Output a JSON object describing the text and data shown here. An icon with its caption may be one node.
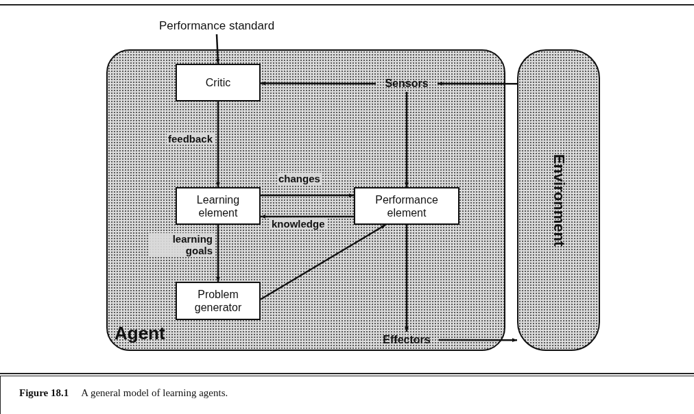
{
  "diagram": {
    "caption": "**Figure 18.1**     A general model of learning agents.",
    "nodes": [
      {
        "text": [
          "Performance standard"
        ]
      },
      {
        "text": [
          "Agent"
        ]
      },
      {
        "text": [
          "Critic"
        ],
        "in": 1
      },
      {
        "text": [
          "Sensors"
        ],
        "in": 1
      },
      {
        "text": [
          "Learning element"
        ],
        "in": 1
      },
      {
        "text": [
          "Performance element"
        ],
        "in": 1
      },
      {
        "text": [
          "Problem generator"
        ],
        "in": 1
      },
      {
        "text": [
          "Effectors"
        ],
        "in": 1
      },
      {
        "text": [
          "Environment"
        ]
      }
    ],
    "edges": [
      {
        "from": 0,
        "to": 2,
        "arrow": "to"
      },
      {
        "from": 3,
        "to": 2,
        "arrow": "to"
      },
      {
        "from": 8,
        "to": 3,
        "arrow": "to"
      },
      {
        "from": 3,
        "to": 5,
        "arrow": "to"
      },
      {
        "from": 2,
        "to": 4,
        "arrow": "to",
        "label": "feedback"
      },
      {
        "from": 4,
        "to": 5,
        "arrow": "to",
        "label": "changes"
      },
      {
        "from": 5,
        "to": 4,
        "arrow": "to",
        "label": "knowledge"
      },
      {
        "from": 4,
        "to": 6,
        "arrow": "to",
        "label": "learning goals"
      },
      {
        "from": 6,
        "to": 5,
        "arrow": "to"
      },
      {
        "from": 5,
        "to": 7,
        "arrow": "to"
      },
      {
        "from": 7,
        "to": 8,
        "arrow": "to"
      }
    ]
  }
}
